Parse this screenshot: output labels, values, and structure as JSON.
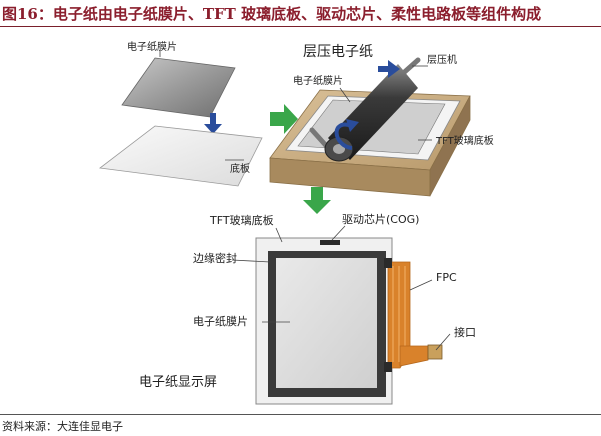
{
  "header": {
    "title": "图16：电子纸由电子纸膜片、TFT 玻璃底板、驱动芯片、柔性电路板等组件构成"
  },
  "footer": {
    "source": "资料来源：大连佳显电子"
  },
  "diagram": {
    "step1": {
      "film_label": "电子纸膜片",
      "base_label": "底板"
    },
    "step2": {
      "title": "层压电子纸",
      "press_label": "层压机",
      "film_label": "电子纸膜片",
      "tft_label": "TFT玻璃底板"
    },
    "step3": {
      "tft_label": "TFT玻璃底板",
      "chip_label": "驱动芯片(COG)",
      "edge_label": "边缘密封",
      "fpc_label": "FPC",
      "film_label": "电子纸膜片",
      "connector_label": "接口",
      "display_label": "电子纸显示屏"
    }
  },
  "colors": {
    "header_text": "#8b1e2d",
    "arrow_green": "#3aa64a",
    "arrow_blue": "#2a4d9c",
    "fpc_orange": "#d9822b",
    "wood": "#cdb189"
  }
}
